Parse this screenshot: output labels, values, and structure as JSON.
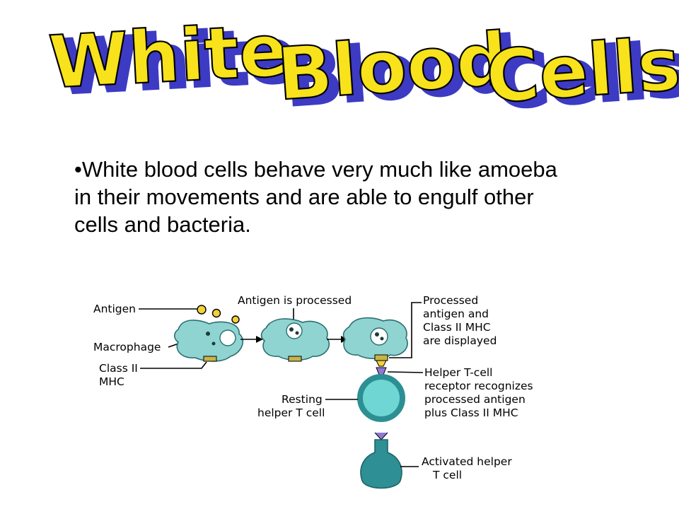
{
  "title": {
    "words": [
      "White",
      "Blood",
      "Cells"
    ],
    "colors": {
      "fill": "#f7e21c",
      "shadow": "#3d3ac4",
      "outline": "#000000"
    }
  },
  "bullet_text": "•White blood cells behave very much like amoeba in their movements and are able to engulf other cells and bacteria.",
  "diagram": {
    "labels": {
      "antigen": "Antigen",
      "macrophage": "Macrophage",
      "class2_line1": "Class II",
      "class2_line2": "MHC",
      "processed_title": "Antigen is processed",
      "displayed_1": "Processed",
      "displayed_2": "antigen and",
      "displayed_3": "Class II MHC",
      "displayed_4": "are displayed",
      "recog_1": "Helper T-cell",
      "recog_2": "receptor recognizes",
      "recog_3": "processed antigen",
      "recog_4": "plus Class II MHC",
      "resting_1": "Resting",
      "resting_2": "helper T cell",
      "activated_1": "Activated helper",
      "activated_2": "T cell"
    },
    "colors": {
      "cell_fill": "#8fd4d0",
      "cell_stroke": "#2b6e72",
      "tcell_ring": "#2c8f93",
      "tcell_inner": "#6fd6d3",
      "activated_fill": "#2e8f94",
      "receptor": "#8e7ad6",
      "mhc": "#c8b34a"
    },
    "icons": [
      "antigen-particle-icon",
      "arrow-right-icon"
    ]
  }
}
